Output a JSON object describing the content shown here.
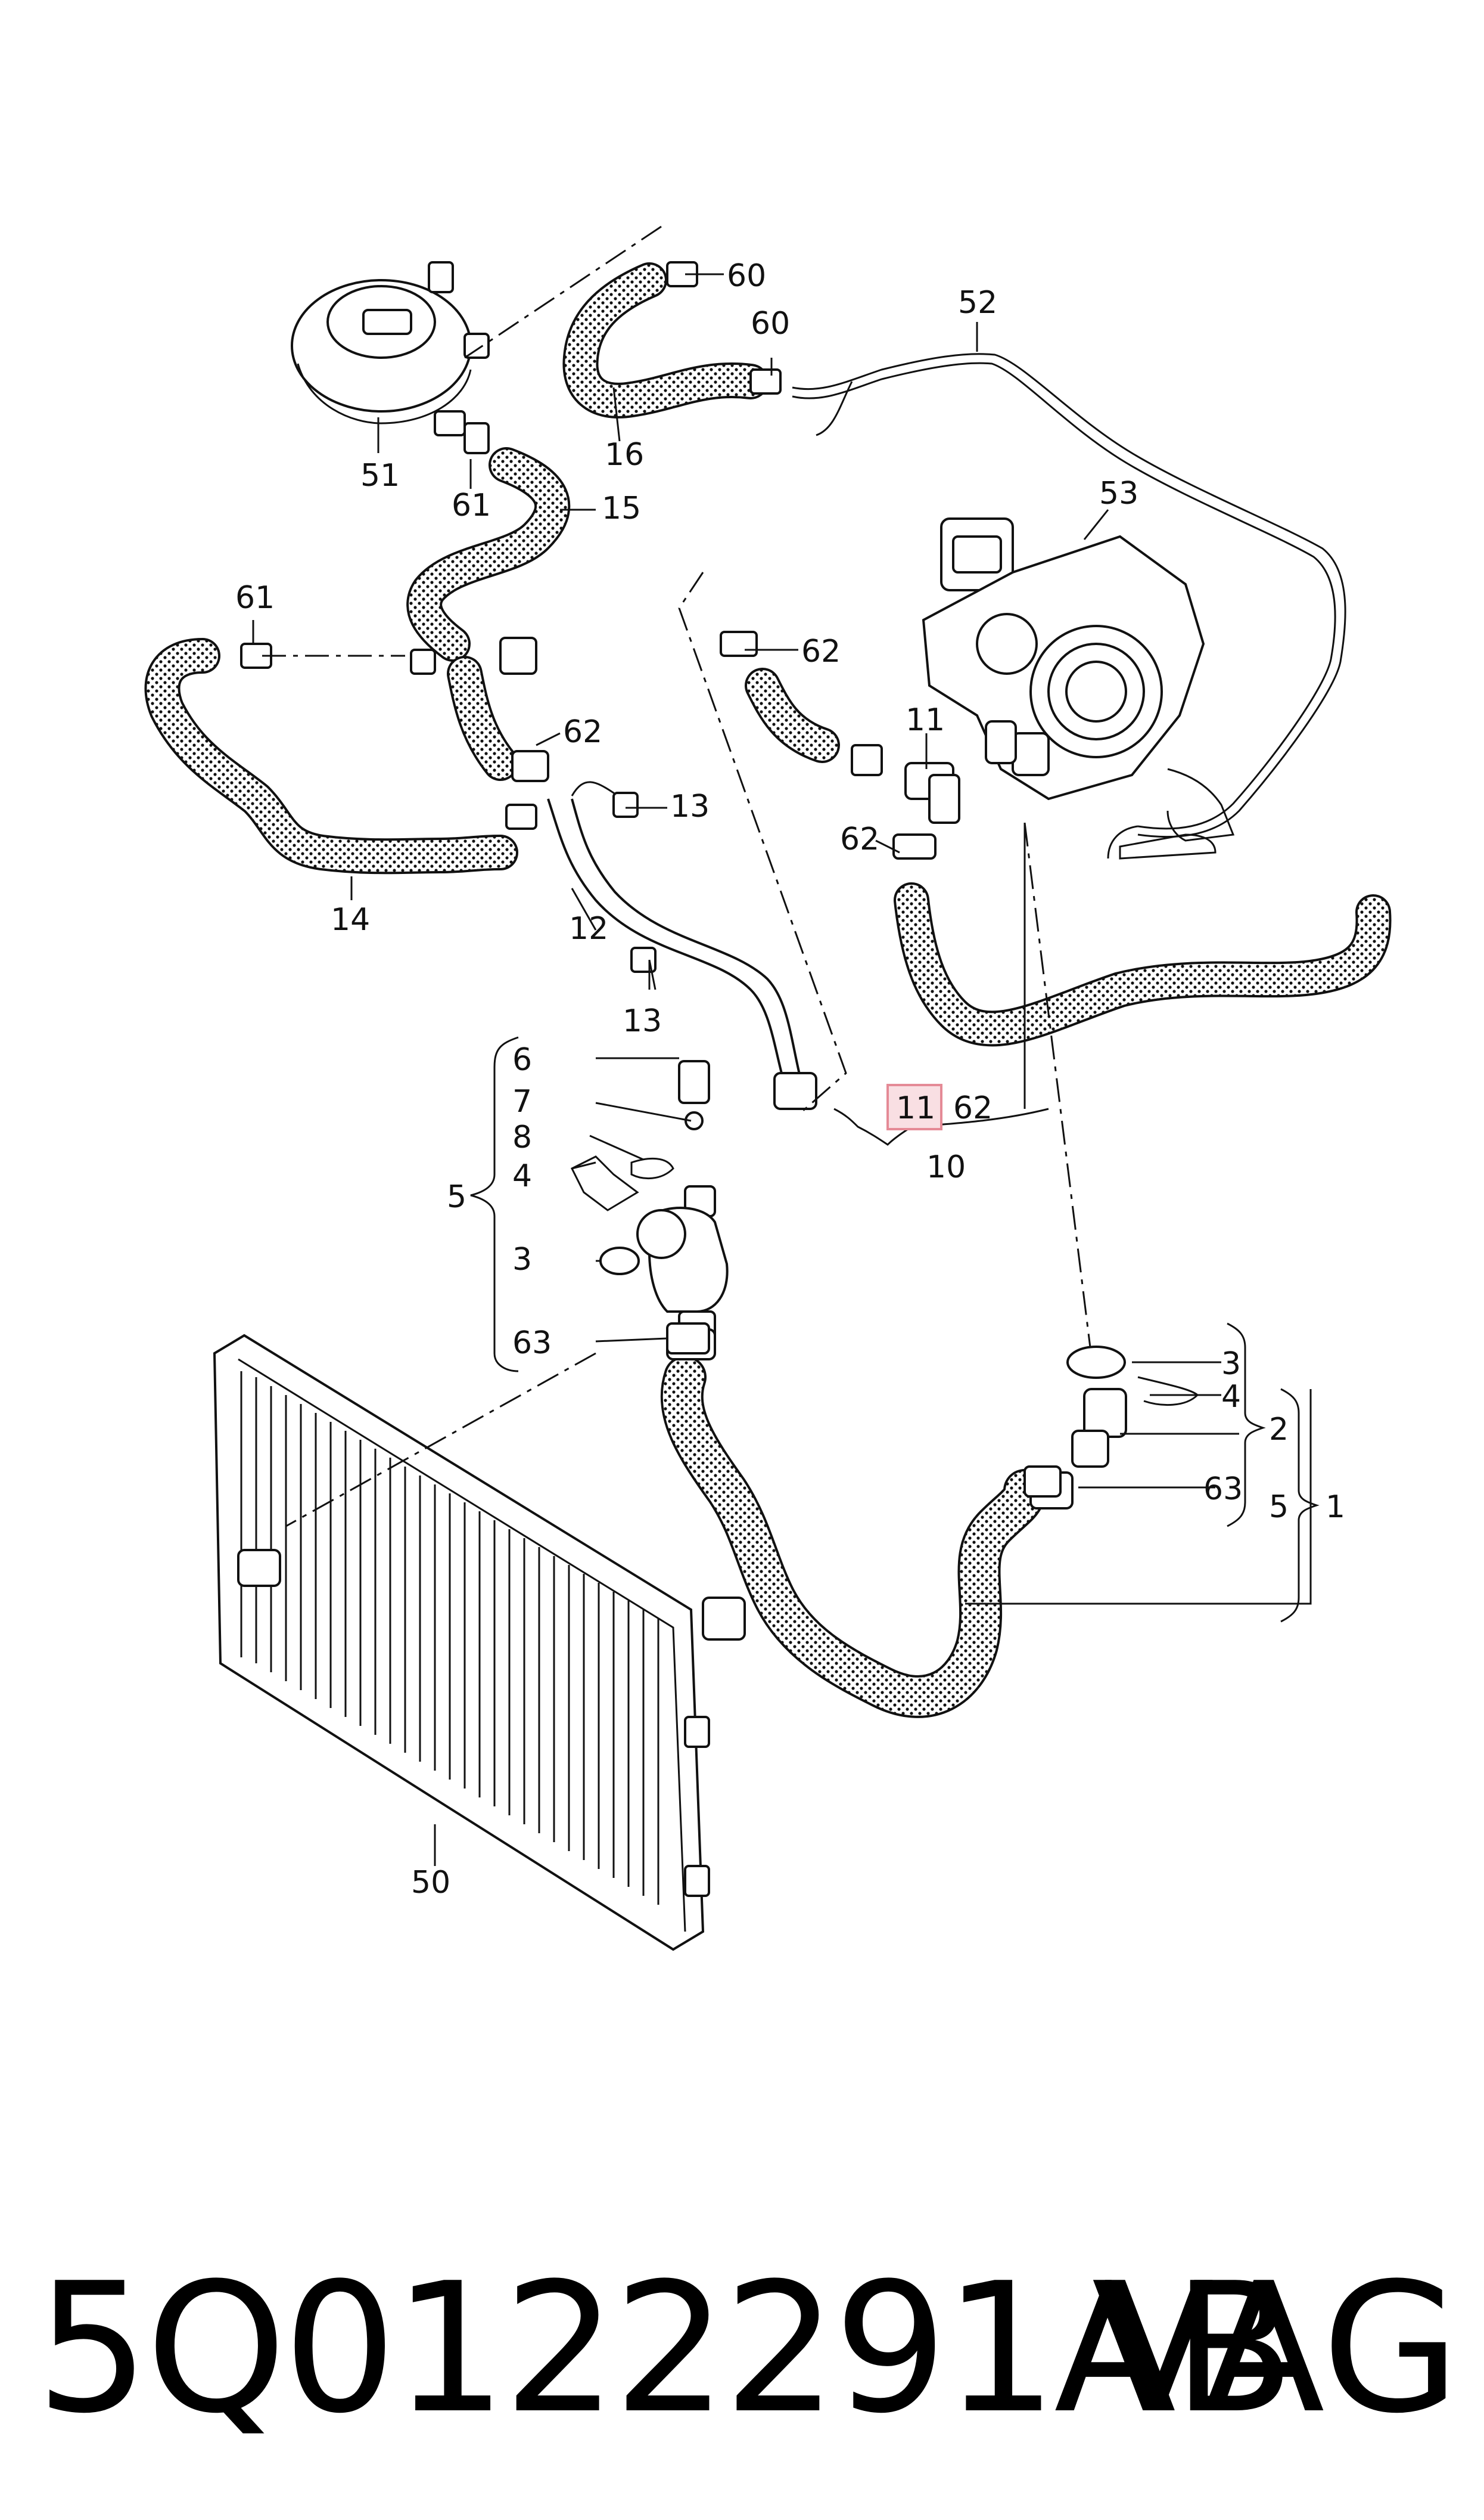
{
  "part_number": "5Q0122291AB",
  "brand": "VAG",
  "highlighted_callout": "11",
  "callouts": {
    "c60a": "60",
    "c60b": "60",
    "c52": "52",
    "c53": "53",
    "c16": "16",
    "c51": "51",
    "c61a": "61",
    "c15": "15",
    "c61b": "61",
    "c62a": "62",
    "c11a": "11",
    "c62b": "62",
    "c62c": "62",
    "c13a": "13",
    "c14": "14",
    "c12": "12",
    "c13b": "13",
    "c11b": "11",
    "c62d": "62",
    "c10": "10",
    "c6": "6",
    "c7": "7",
    "c8": "8",
    "c4a": "4",
    "c5a": "5",
    "c3a": "3",
    "c63a": "63",
    "c3b": "3",
    "c4b": "4",
    "c2": "2",
    "c63b": "63",
    "c5b": "5",
    "c1": "1",
    "c50": "50"
  },
  "colors": {
    "highlight_fill": "#f9dfe3",
    "highlight_stroke": "#e58a96",
    "ink": "#111111"
  }
}
